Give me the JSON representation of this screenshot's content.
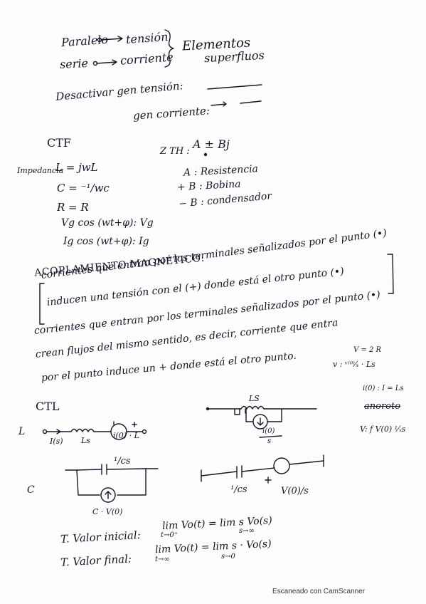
{
  "notes": {
    "line1_left": "Paralelo",
    "line1_right": "tensión",
    "line2_left": "serie",
    "line2_right": "corriente",
    "brace_label_1": "Elementos",
    "brace_label_2": "superfluos",
    "deactivate_label": "Desactivar gen tensión:",
    "gen_current_label": "gen corriente:",
    "ctf_title": "CTF",
    "zth_label": "Z TH :",
    "zth_value": "A ± Bj",
    "impedance_title": "Impedancia",
    "impedance_L": "L = jwL",
    "impedance_C": "C = ⁻¹/wc",
    "impedance_R": "R = R",
    "ctf_vg": "Vg cos (wt+φ): Vg",
    "ctf_ig": "Ig cos (wt+φ): Ig",
    "a_line": "A : Resistencia",
    "plus_b_line": "+ B : Bobina",
    "minus_b_line": "− B : condensador",
    "coupling_title": "ACOPLAMIENTO MAGNÉTICO:",
    "coupling_line1": "corrientes que entran por los terminales señalizados por el punto (•)",
    "coupling_line2": "inducen una tensión con el (+) donde está el otro punto (•)",
    "coupling_line3": "corrientes que entran por los terminales señalizados por el punto (•)",
    "coupling_line4": "crean flujos del mismo sentido, es decir, corriente que entra",
    "coupling_line5": "por el punto induce un + donde está el otro punto.",
    "side_v_eq": "V = 2 R",
    "side_v_frac": "v : ᵛ⁽⁰⁾⁄ₛ · Ls",
    "side_i_eq": "i(0) : I = Ls",
    "side_scribble": "anoroto",
    "side_v_final": "V: f V(0) ¹⁄ₓs",
    "ctl_title": "CTL",
    "ctl_L_marker": "L",
    "ctl_L_I": "I(s)",
    "ctl_L_Ls": "Ls",
    "ctl_L_source": "i(0) · L",
    "ctl_L_right_top": "LS",
    "ctl_L_right_frac_num": "i(0)",
    "ctl_L_right_frac_den": "s",
    "ctl_C_marker": "C",
    "ctl_C_top": "¹/cs",
    "ctl_C_source": "C · V(0)",
    "ctl_C_right_cap": "¹/cs",
    "ctl_C_right_source": "V(0)/s",
    "valor_inicial_label": "T. Valor inicial:",
    "valor_inicial_expr": "lim Vo(t) = lim s Vo(s)",
    "valor_inicial_sub_t": "t→0⁺",
    "valor_inicial_sub_s": "s→∞",
    "valor_final_label": "T. Valor final:",
    "valor_final_expr": "lim Vo(t) = lim s · Vo(s)",
    "valor_final_sub_t": "t→∞",
    "valor_final_sub_s": "s→0"
  },
  "footer": {
    "scanner_text": "Escaneado con CamScanner"
  }
}
